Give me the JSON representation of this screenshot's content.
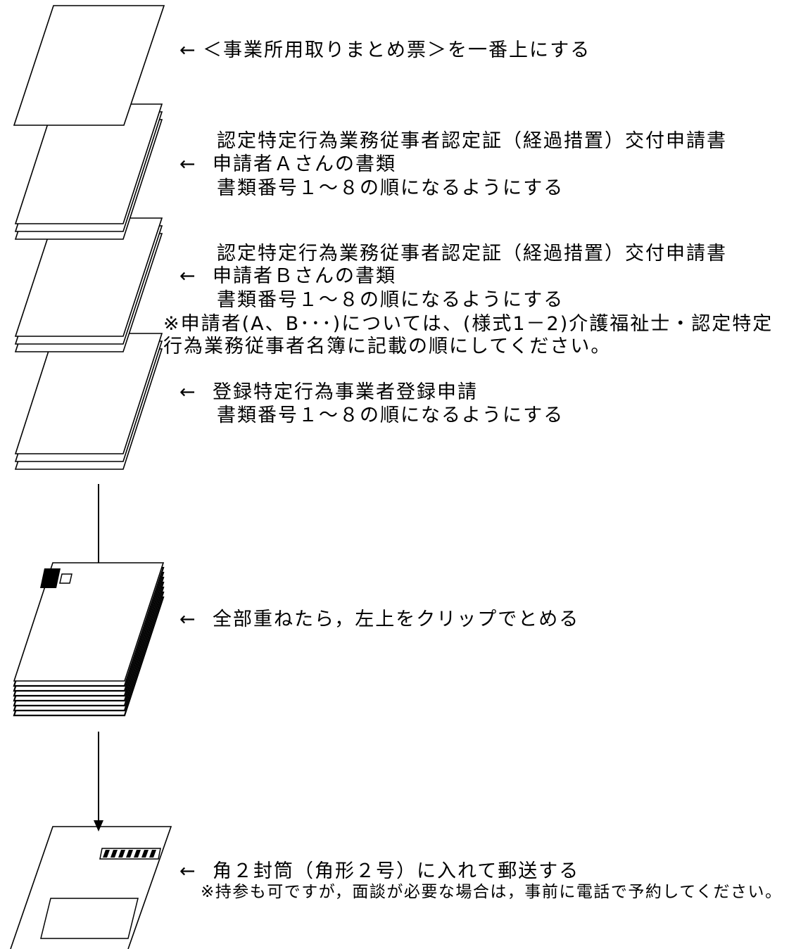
{
  "arrow_glyph": "←",
  "icons": {
    "pointer": "left-arrow-icon",
    "flow": "down-arrow-icon",
    "clip": "paper-clip-icon",
    "envelope": "envelope-icon"
  },
  "step1": {
    "text": "＜事業所用取りまとめ票＞を一番上にする"
  },
  "step2": {
    "line1": "認定特定行為業務従事者認定証（経過措置）交付申請書",
    "line2": "申請者Ａさんの書類",
    "line3": "書類番号１～８の順になるようにする"
  },
  "step3": {
    "line1": "認定特定行為業務従事者認定証（経過措置）交付申請書",
    "line2": "申請者Ｂさんの書類",
    "line3": "書類番号１～８の順になるようにする",
    "note": [
      "※申請者(A、B･･･)については、(様式1－2)介護福祉士・認定特定",
      "行為業務従事者名簿に記載の順にしてください。"
    ]
  },
  "step4": {
    "line1": "登録特定行為事業者登録申請",
    "line2": "書類番号１～８の順になるようにする"
  },
  "step5": {
    "text": "全部重ねたら，左上をクリップでとめる"
  },
  "step6": {
    "text": "角２封筒（角形２号）に入れて郵送する",
    "note": "※持参も可ですが，面談が必要な場合は，事前に電話で予約してください。"
  }
}
